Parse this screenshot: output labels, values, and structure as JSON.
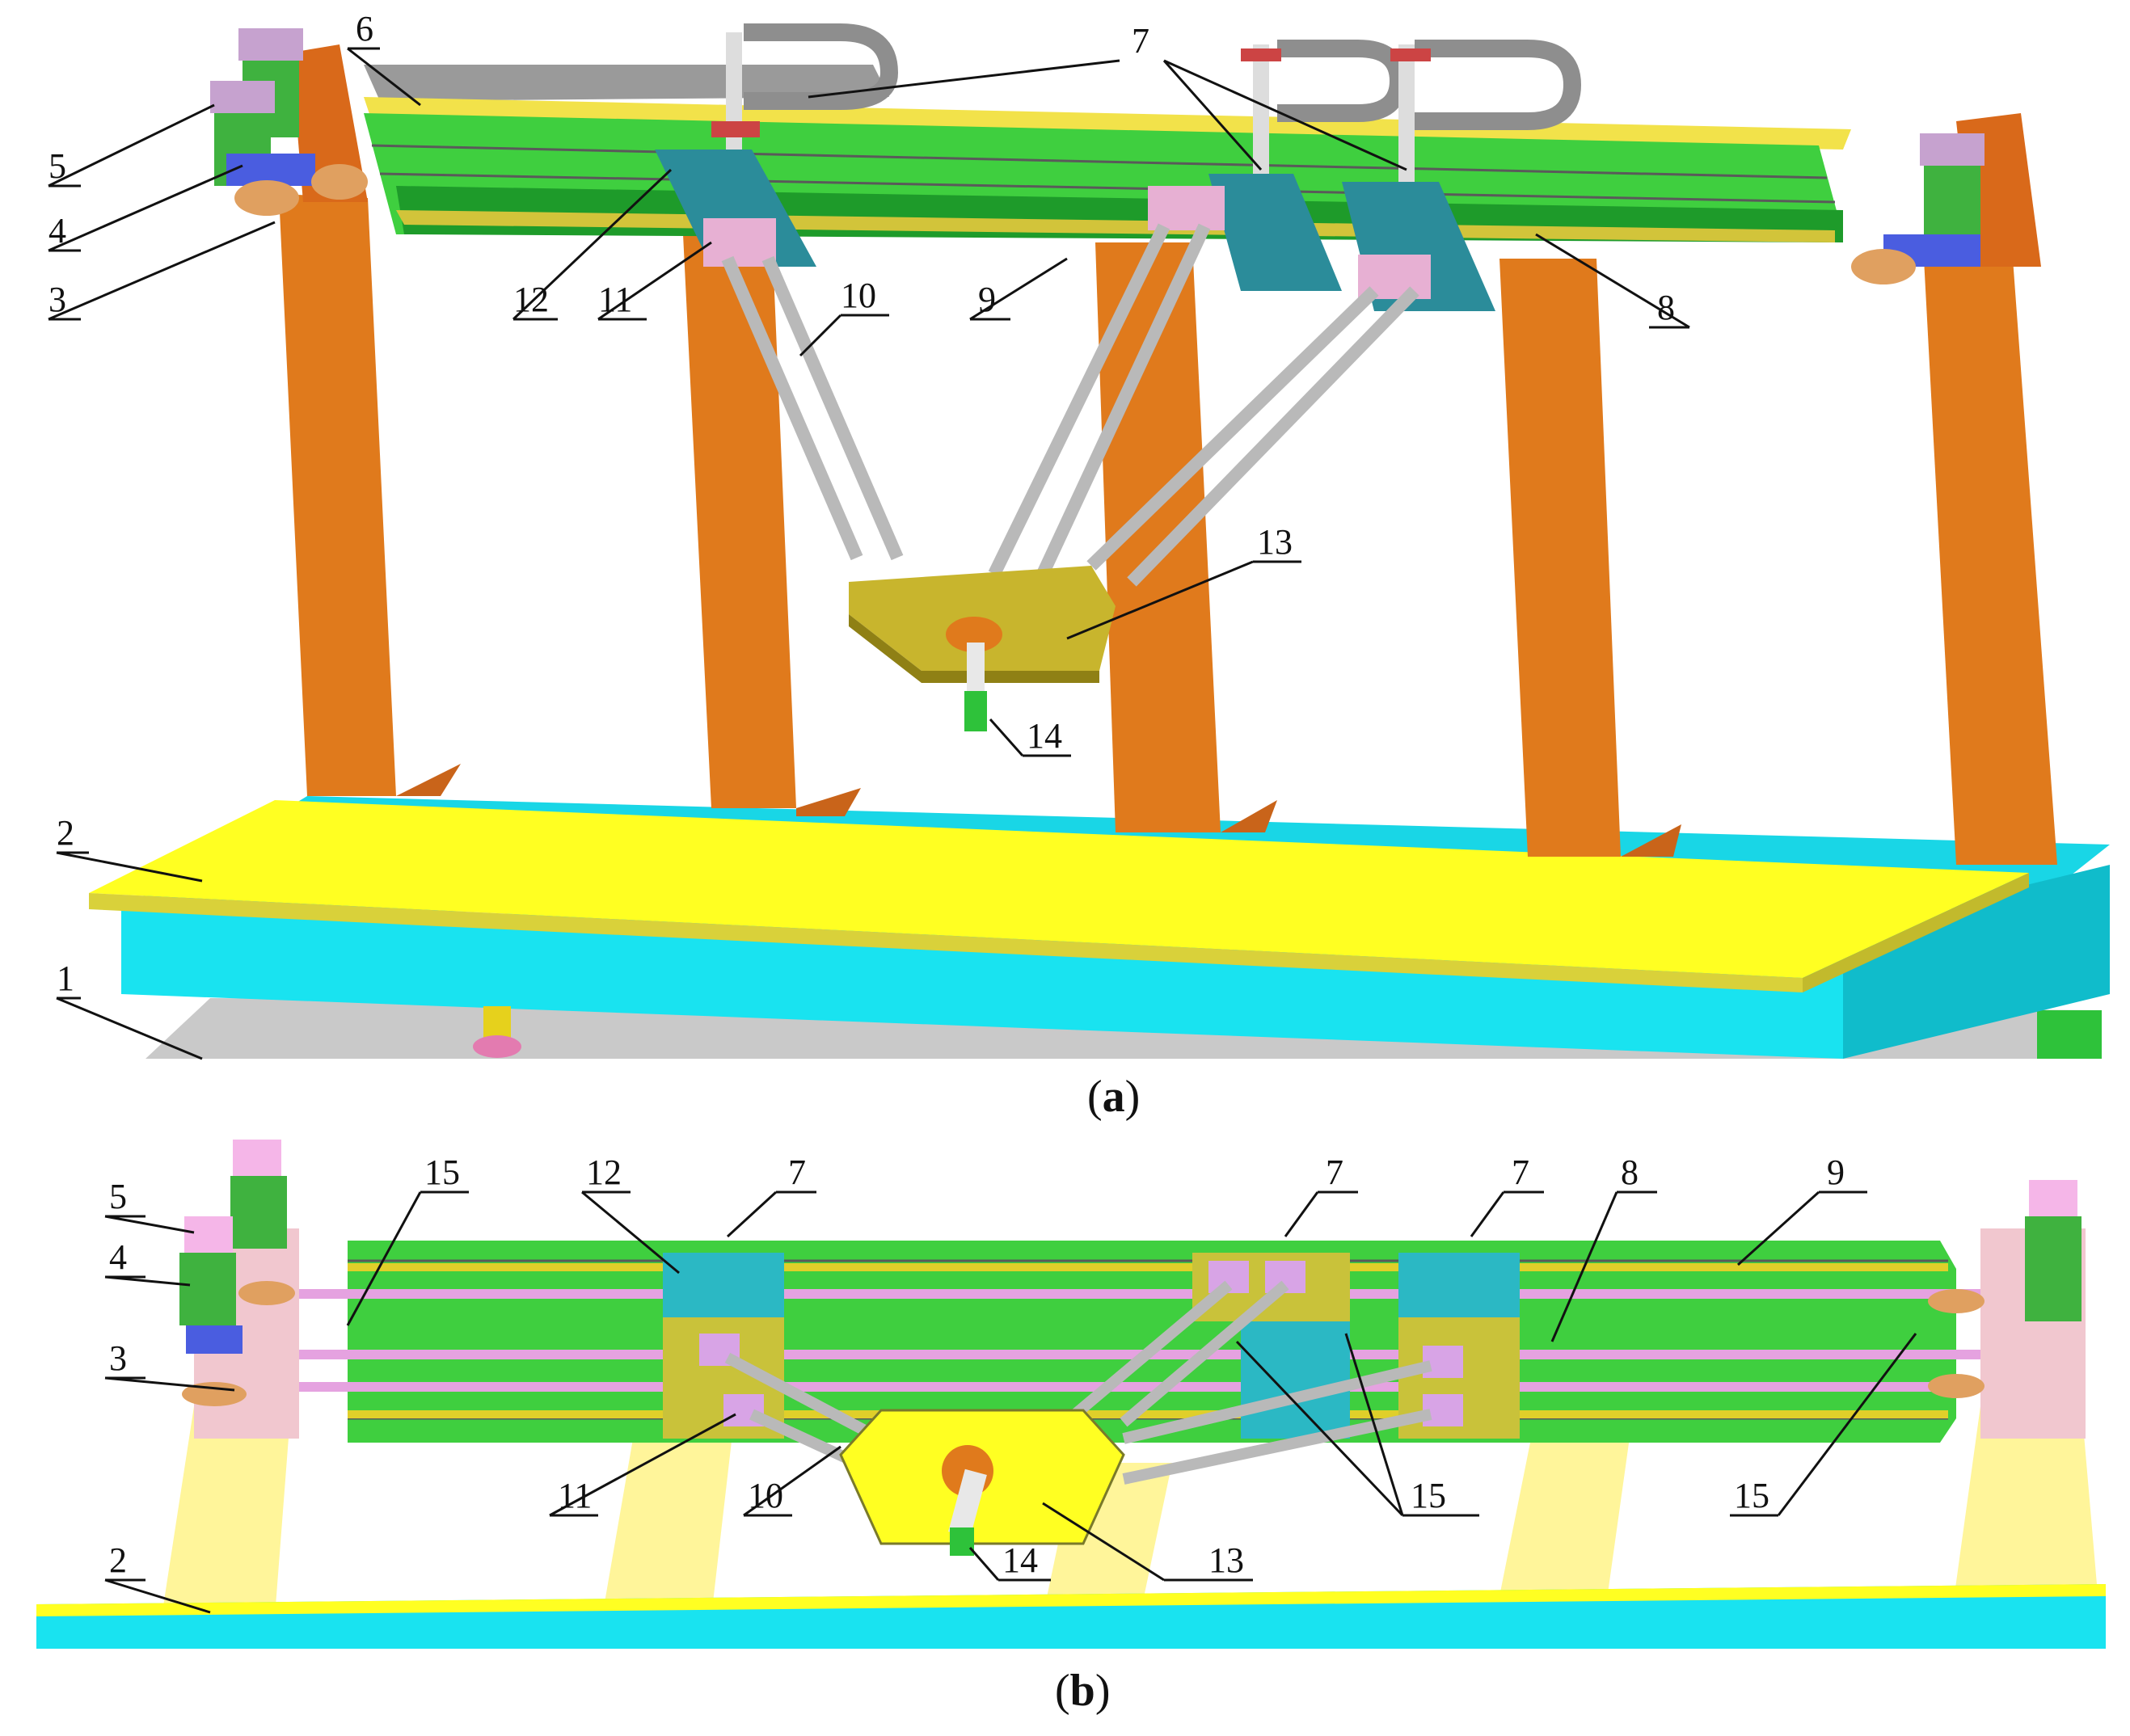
{
  "captions": {
    "a_letter": "a",
    "b_letter": "b"
  },
  "callouts": {
    "a": [
      "1",
      "2",
      "3",
      "4",
      "5",
      "6",
      "7",
      "8",
      "9",
      "10",
      "11",
      "12",
      "13",
      "14"
    ],
    "b": [
      "2",
      "3",
      "4",
      "5",
      "7",
      "7",
      "7",
      "8",
      "9",
      "10",
      "11",
      "12",
      "13",
      "14",
      "15",
      "15",
      "15"
    ]
  },
  "colors": {
    "beam_green": "#3fcf3f",
    "leg_orange": "#e07a1c",
    "table_yellow": "#ffff22",
    "base_cyan": "#18e0ef",
    "carriage_teal": "#2bb8c4",
    "bracket_pink": "#f1c7cf",
    "rod_grey": "#b9b9b9",
    "slider_olive": "#c9c23a"
  }
}
